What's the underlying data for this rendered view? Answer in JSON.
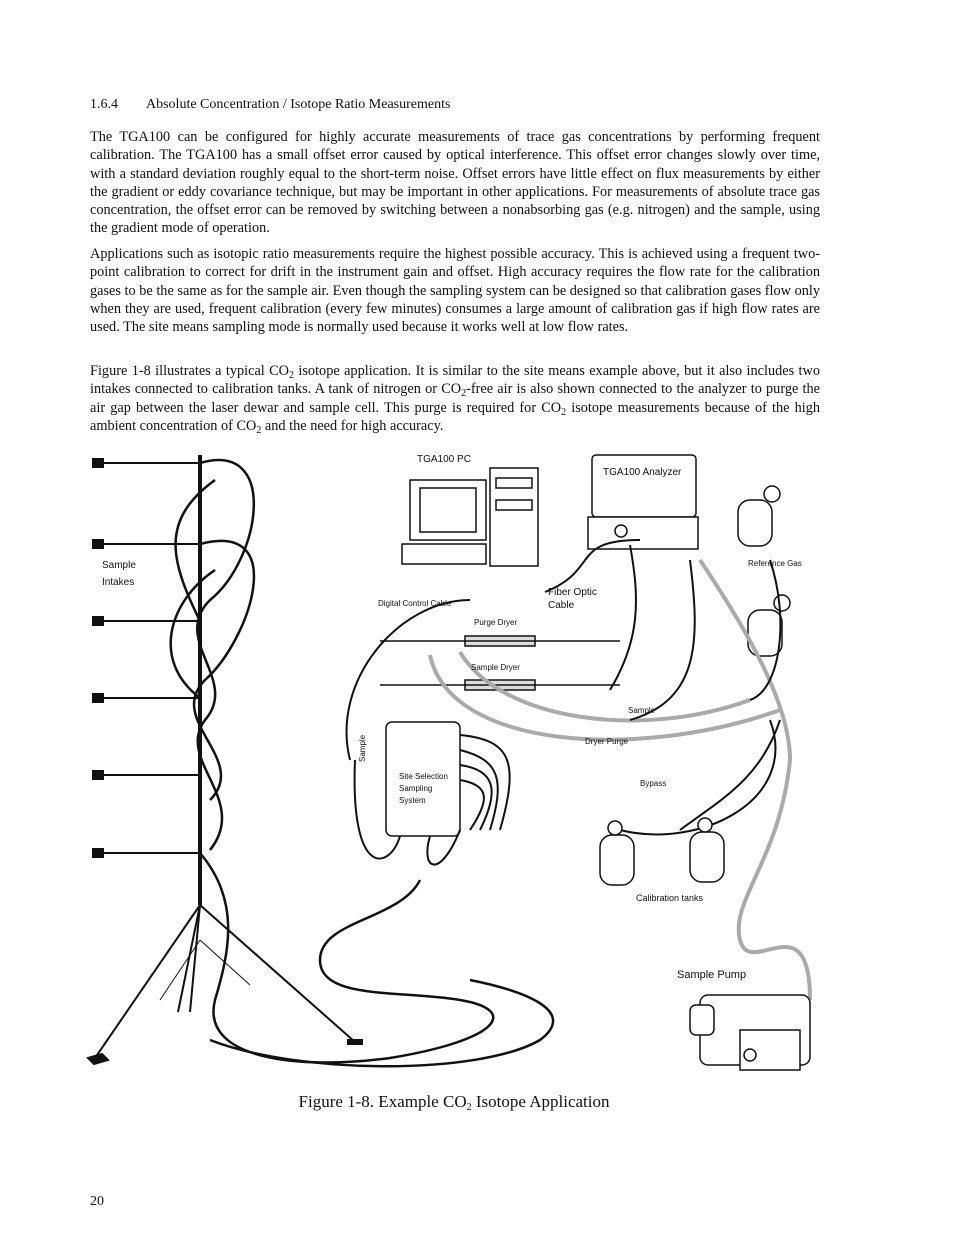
{
  "section": {
    "number": "1.6.4",
    "title": "Absolute Concentration / Isotope Ratio Measurements"
  },
  "paragraphs": {
    "p1": "The TGA100 can be configured for highly accurate measurements of trace gas concentrations by performing frequent calibration. The TGA100 has a small offset error caused by optical interference. This offset error changes slowly over time, with a standard deviation roughly equal to the short-term noise. Offset errors have little effect on flux measurements by either the gradient or eddy covariance technique, but may be important in other applications. For measurements of absolute trace gas concentration, the offset error can be removed by switching between a nonabsorbing gas (e.g. nitrogen) and the sample, using the gradient mode of operation.",
    "p2": "Applications such as isotopic ratio measurements require the highest possible accuracy. This is achieved using a frequent two-point calibration to correct for drift in the instrument gain and offset. High accuracy requires the flow rate for the calibration gases to be the same as for the sample air. Even though the sampling system can be designed so that calibration gases flow only when they are used, frequent calibration (every few minutes) consumes a large amount of calibration gas if high flow rates are used. The site means sampling mode is normally used because it works well at low flow rates.",
    "p3": {
      "s1": "Figure 1-8 illustrates a typical CO",
      "sub1": "2",
      "s2": " isotope application. It is similar to the site means example above, but it also includes two intakes connected to calibration tanks. A tank of nitrogen or CO",
      "sub2": "2",
      "s3": "-free air is also shown connected to the analyzer to purge the air gap between the laser dewar and sample cell. This purge is required for CO",
      "sub3": "2",
      "s4": " isotope measurements because of the high ambient concentration of CO",
      "sub4": "2",
      "s5": " and the need for high accuracy."
    }
  },
  "figure": {
    "labels": {
      "sample_intakes_line1": "Sample",
      "sample_intakes_line2": "Intakes",
      "tga100_pc": "TGA100 PC",
      "tga100_analyzer": "TGA100 Analyzer",
      "reference_gas": "Reference Gas",
      "digital_control_cable": "Digital Control Cable",
      "fiber_optic_line1": "Fiber Optic",
      "fiber_optic_line2": "Cable",
      "purge_dryer": "Purge Dryer",
      "sample_dryer": "Sample Dryer",
      "sample_vertical": "Sample",
      "sample_right": "Sample",
      "dryer_purge": "Dryer Purge",
      "bypass": "Bypass",
      "site_selection_line1": "Site Selection",
      "site_selection_line2": "Sampling",
      "site_selection_line3": "System",
      "calibration_tanks": "Calibration tanks",
      "sample_pump": "Sample Pump"
    },
    "caption": {
      "prefix": "Figure 1-8. Example CO",
      "sub": "2",
      "suffix": " Isotope Application"
    }
  },
  "page_number": "20"
}
